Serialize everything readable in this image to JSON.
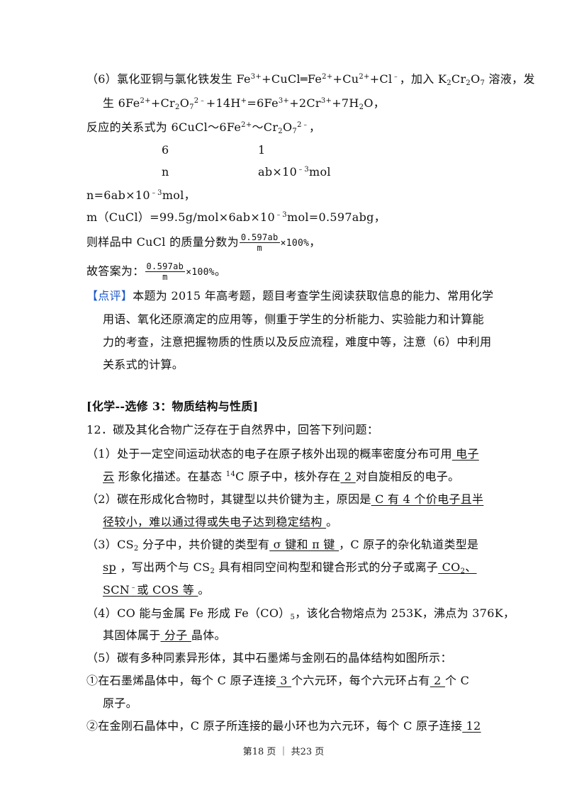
{
  "p6": {
    "l1_a": "（6）氯化亚铜与氯化铁发生 Fe",
    "l1_b": "3+",
    "l1_c": "+CuCl═Fe",
    "l1_d": "2+",
    "l1_e": "+Cu",
    "l1_f": "2+",
    "l1_g": "+Cl",
    "l1_h": "﹣",
    "l1_i": "，加入 K",
    "l1_j": "2",
    "l1_k": "Cr",
    "l1_l": "2",
    "l1_m": "O",
    "l1_n": "7",
    "l1_o": " 溶液，发",
    "l2_a": "生 6Fe",
    "l2_b": "2+",
    "l2_c": "+Cr",
    "l2_d": "2",
    "l2_e": "O",
    "l2_f": "7",
    "l2_g": "2﹣",
    "l2_h": "+14H",
    "l2_i": "+",
    "l2_j": "=6Fe",
    "l2_k": "3+",
    "l2_l": "+2Cr",
    "l2_m": "3+",
    "l2_n": "+7H",
    "l2_o": "2",
    "l2_p": "O，",
    "l3_a": "反应的关系式为 6CuCl～6Fe",
    "l3_b": "2+",
    "l3_c": "～Cr",
    "l3_d": "2",
    "l3_e": "O",
    "l3_f": "7",
    "l3_g": "2﹣",
    "l3_h": "，",
    "r1_left": "6",
    "r1_right": "1",
    "r2_left": "n",
    "r2_right_a": "ab×10",
    "r2_right_b": "﹣3",
    "r2_right_c": "mol",
    "l4_a": "n=6ab×10",
    "l4_b": "﹣3",
    "l4_c": "mol，",
    "l5_a": "m（CuCl）=99.5g/mol×6ab×10",
    "l5_b": "﹣3",
    "l5_c": "mol=0.597abg，",
    "l6_a": "则样品中 CuCl 的质量分数为",
    "l6_num": "0.597ab",
    "l6_den": "m",
    "l6_b": "×100%",
    "l6_c": "，",
    "l7_a": "故答案为：",
    "l7_num": "0.597ab",
    "l7_den": "m",
    "l7_b": "×100%",
    "l7_c": "。"
  },
  "comment": {
    "tag": "【点评】",
    "l1": "本题为 2015 年高考题，题目考查学生阅读获取信息的能力、常用化学",
    "l2": "用语、氧化还原滴定的应用等，侧重于学生的分析能力、实验能力和计算能",
    "l3": "力的考查，注意把握物质的性质以及反应流程，难度中等，注意（6）中利用",
    "l4": "关系式的计算。"
  },
  "section_title": "[化学--选修 3：物质结构与性质]",
  "q12": {
    "stem": "12．碳及其化合物广泛存在于自然界中，回答下列问题：",
    "p1_l1_a": "（1）处于一定空间运动状态的电子在原子核外出现的概率密度分布可用",
    "p1_l1_ans": "   电子",
    "p1_l2_ans": "云",
    "p1_l2_a": "   形象化描述。在基态 ",
    "p1_l2_sup": "14",
    "p1_l2_b": "C 原子中，核外存在",
    "p1_l2_ans2": "   2   ",
    "p1_l2_c": "对自旋相反的电子。",
    "p2_l1_a": "（2）碳在形成化合物时，其键型以共价键为主，原因是",
    "p2_l1_ans": "   C 有 4 个价电子且半",
    "p2_l2_ans": "径较小，难以通过得或失电子达到稳定结构   ",
    "p2_l2_a": "。",
    "p3_l1_a": "（3）CS",
    "p3_l1_sub": "2",
    "p3_l1_b": " 分子中，共价键的类型有",
    "p3_l1_ans": "   σ 键和 π 键   ",
    "p3_l1_c": "，C 原子的杂化轨道类型是",
    "p3_l2_ans": "sp",
    "p3_l2_a": "   ，写出两个与 CS",
    "p3_l2_sub": "2",
    "p3_l2_b": " 具有相同空间构型和键合形式的分子或离子",
    "p3_l2_ans2": "   CO",
    "p3_l2_ans2_sub": "2",
    "p3_l2_ans2_b": "、",
    "p3_l3_ans_a": "SCN",
    "p3_l3_ans_sup": "﹣",
    "p3_l3_ans_b": "或 COS 等   ",
    "p3_l3_a": "。",
    "p4_l1": "（4）CO 能与金属 Fe 形成 Fe（CO）",
    "p4_l1_sub": "5",
    "p4_l1_b": "，该化合物熔点为 253K，沸点为 376K，",
    "p4_l2_a": "其固体属于",
    "p4_l2_ans": "   分子   ",
    "p4_l2_b": "晶体。",
    "p5_l1": "（5）碳有多种同素异形体，其中石墨烯与金刚石的晶体结构如图所示：",
    "s1_l1_a": "①在石墨烯晶体中，每个 C 原子连接",
    "s1_l1_ans": "   3   ",
    "s1_l1_b": "个六元环，每个六元环占有",
    "s1_l1_ans2": "   2   ",
    "s1_l1_c": "个 C",
    "s1_l2": "原子。",
    "s2_l1_a": "②在金刚石晶体中，C 原子所连接的最小环也为六元环，每个 C 原子连接",
    "s2_l1_ans": "   12"
  },
  "footer": "第18 页 ｜ 共23 页"
}
